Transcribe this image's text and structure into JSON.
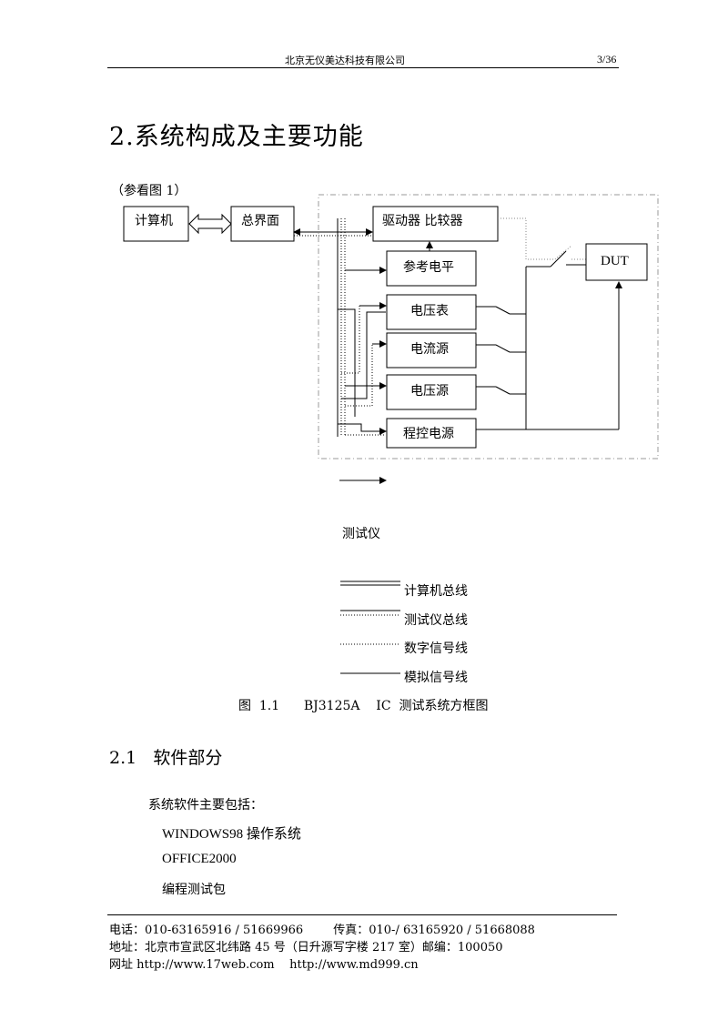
{
  "header": {
    "company": "北京无仪美达科技有限公司",
    "page": "3/36"
  },
  "title": "2.系统构成及主要功能",
  "figure_ref": "（参看图 1）",
  "diagram": {
    "boxes": {
      "computer": "计算机",
      "bus_interface": "总界面",
      "driver_comparator": "驱动器  比较器",
      "ref_level": "参考电平",
      "voltmeter": "电压表",
      "current_source": "电流源",
      "voltage_source": "电压源",
      "programmable_power": "程控电源",
      "dut": "DUT"
    },
    "tester_label": "测试仪",
    "legend": [
      "计算机总线",
      "测试仪总线",
      "数字信号线",
      "模拟信号线"
    ]
  },
  "caption": "图  1.1      BJ3125A    IC  测试系统方框图",
  "section": {
    "heading": "2.1   软件部分",
    "intro": "系统软件主要包括：",
    "items": [
      "WINDOWS98 操作系统",
      "OFFICE2000",
      "编程测试包"
    ]
  },
  "footer": {
    "line1": "电话：010-63165916 / 51669966        传真：010-/ 63165920 / 51668088",
    "line2": "地址：北京市宣武区北纬路 45 号（日升源写字楼 217 室）邮编：100050",
    "line3": "网址 http://www.17web.com    http://www.md999.cn"
  }
}
